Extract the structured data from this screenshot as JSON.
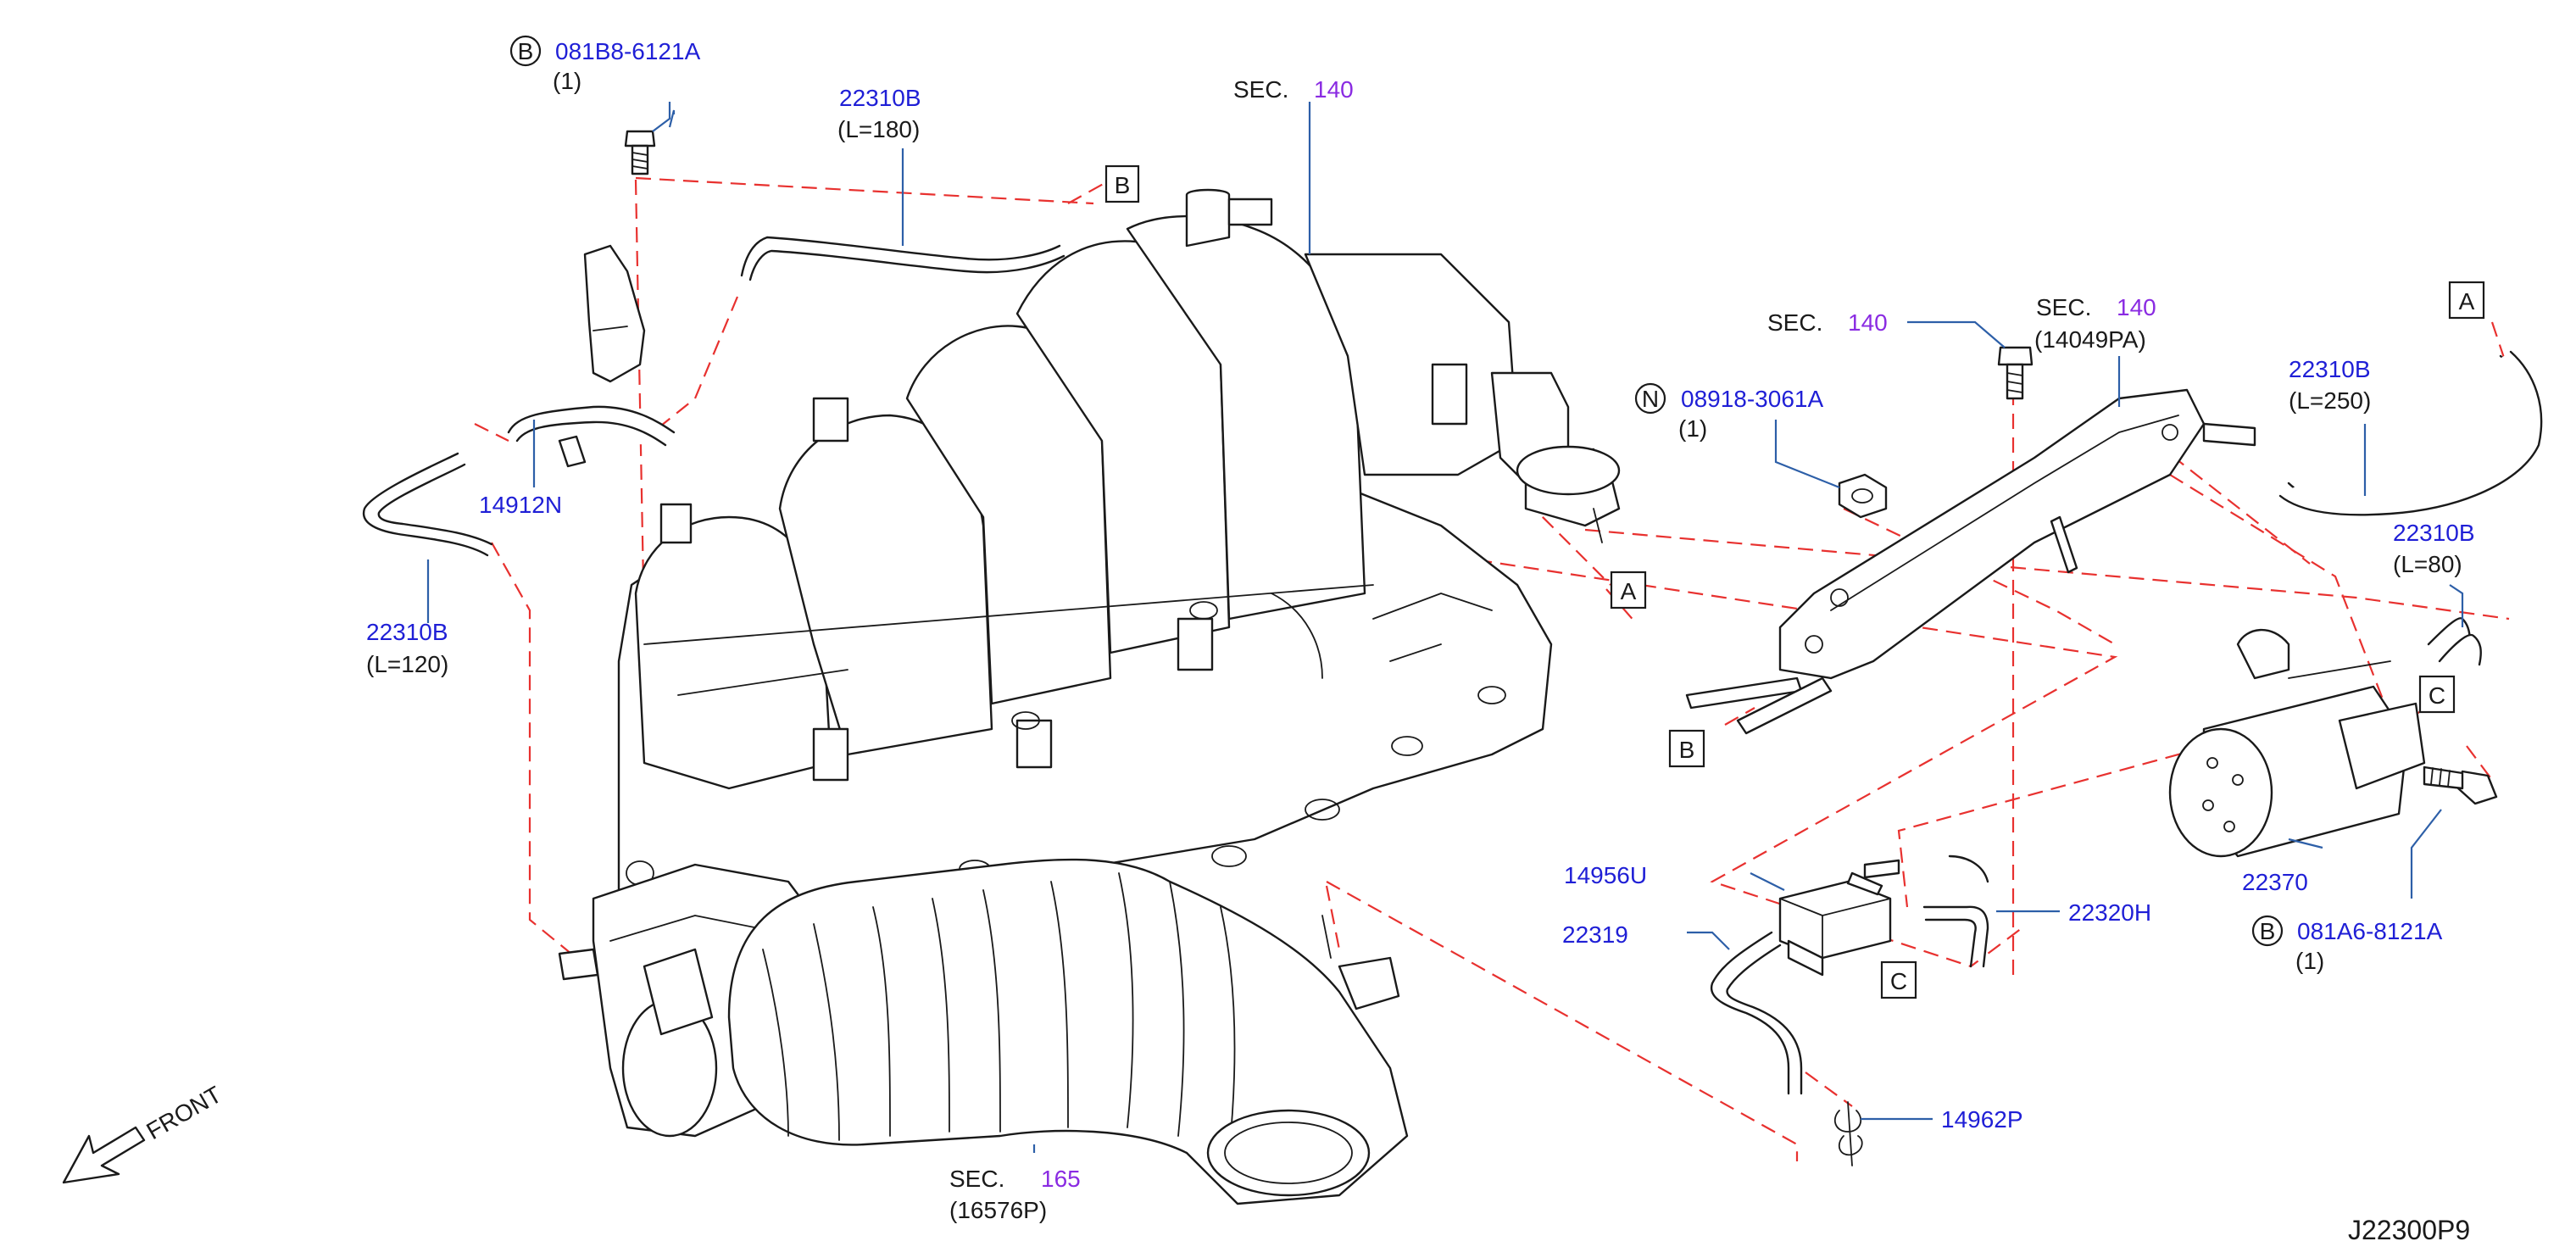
{
  "colors": {
    "part_number": "#1f1fd6",
    "section_number": "#8a2be2",
    "reference_dash": "#e8312f",
    "leader": "#2d5fa8",
    "linework": "#1a1a1a"
  },
  "callouts": {
    "bolt_top": {
      "circle": "B",
      "number": "081B8-6121A",
      "qty": "(1)"
    },
    "hose_180": {
      "number": "22310B",
      "length": "(L=180)"
    },
    "sec140_top": {
      "prefix": "SEC.",
      "section": "140"
    },
    "box_B_top": "B",
    "hose_120": {
      "number": "22310B",
      "length": "(L=120)"
    },
    "pipe_14912N": "14912N",
    "box_A_mid": "A",
    "sec140_bolt": {
      "prefix": "SEC.",
      "section": "140"
    },
    "sec140_bracket": {
      "prefix": "SEC.",
      "section": "140",
      "part": "(14049PA)"
    },
    "nut": {
      "circle": "N",
      "number": "08918-3061A",
      "qty": "(1)"
    },
    "box_A_right": "A",
    "hose_250": {
      "number": "22310B",
      "length": "(L=250)"
    },
    "hose_80": {
      "number": "22310B",
      "length": "(L=80)"
    },
    "box_C_right": "C",
    "box_B_lower": "B",
    "canister": "22370",
    "bolt_right": {
      "circle": "B",
      "number": "081A6-8121A",
      "qty": "(1)"
    },
    "valve_14956U": "14956U",
    "hose_22319": "22319",
    "hose_22320H": "22320H",
    "box_C_lower": "C",
    "clip_14962P": "14962P",
    "sec165": {
      "prefix": "SEC.",
      "section": "165",
      "part": "(16576P)"
    },
    "front": "FRONT",
    "diagram_id": "J22300P9"
  }
}
